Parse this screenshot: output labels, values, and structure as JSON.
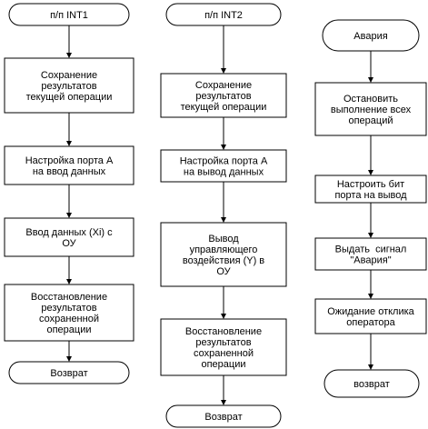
{
  "flowcharts": [
    {
      "id": "int1",
      "start": "п/п INT1",
      "steps": [
        [
          "Сохранение",
          "результатов",
          "текущей операции"
        ],
        [
          "Настройка порта А",
          "на ввод данных"
        ],
        [
          "Ввод данных (Xi) с",
          "ОУ"
        ],
        [
          "Восстановление",
          "результатов",
          "сохраненной",
          "операции"
        ]
      ],
      "end": "Возврат"
    },
    {
      "id": "int2",
      "start": "п/п INT2",
      "steps": [
        [
          "Сохранение",
          "результатов",
          "текущей операции"
        ],
        [
          "Настройка порта А",
          "на вывод данных"
        ],
        [
          "Вывод",
          "управляющего",
          "воздействия (Y) в",
          "ОУ"
        ],
        [
          "Восстановление",
          "результатов",
          "сохраненной",
          "операции"
        ]
      ],
      "end": "Возврат"
    },
    {
      "id": "alarm",
      "start": "Авария",
      "steps": [
        [
          "Остановить",
          "выполнение всех",
          "операций"
        ],
        [
          "Настроить бит",
          "порта на вывод"
        ],
        [
          "Выдать  сигнал",
          "\"Авария\""
        ],
        [
          "Ожидание отклика",
          "оператора"
        ]
      ],
      "end": "возврат"
    }
  ]
}
